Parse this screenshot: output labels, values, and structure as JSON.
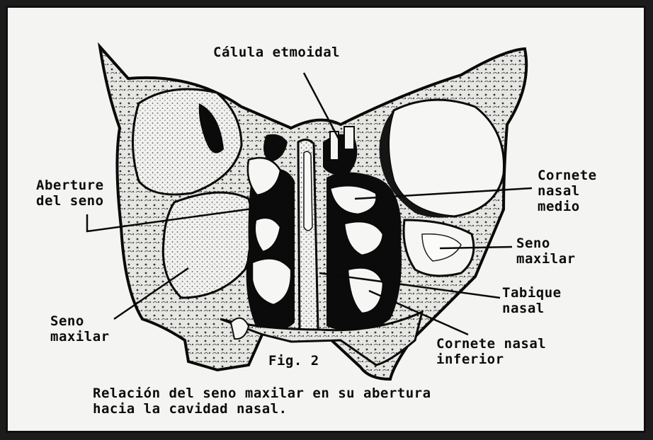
{
  "figure": {
    "labels": {
      "celula_etmoidal": "Cálula etmoidal",
      "abertura_line1": "Aberture",
      "abertura_line2": "del seno",
      "cornete_medio_line1": "Cornete",
      "cornete_medio_line2": "nasal",
      "cornete_medio_line3": "medio",
      "seno_maxilar_right_line1": "Seno",
      "seno_maxilar_right_line2": "maxilar",
      "seno_maxilar_left_line1": "Seno",
      "seno_maxilar_left_line2": "maxilar",
      "tabique_line1": "Tabique",
      "tabique_line2": "nasal",
      "cornete_inferior_line1": "Cornete nasal",
      "cornete_inferior_line2": "inferior",
      "fig_number": "Fig. 2"
    },
    "caption_line1": "Relación del seno maxilar en su abertura",
    "caption_line2": "hacia la cavidad nasal."
  }
}
